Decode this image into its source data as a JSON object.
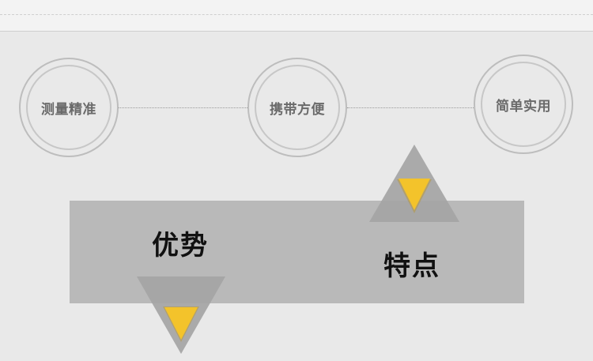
{
  "features": [
    {
      "label": "测量精准"
    },
    {
      "label": "携带方便"
    },
    {
      "label": "简单实用"
    }
  ],
  "banner": {
    "title_left": "优势",
    "title_right": "特点"
  },
  "colors": {
    "background": "#e9e9e9",
    "banner": "#b9b9b9",
    "circle_border": "#bdbdbd",
    "triangle_gray": "#a4a4a4",
    "accent_yellow": "#f3c32b",
    "title_text": "#111111"
  }
}
